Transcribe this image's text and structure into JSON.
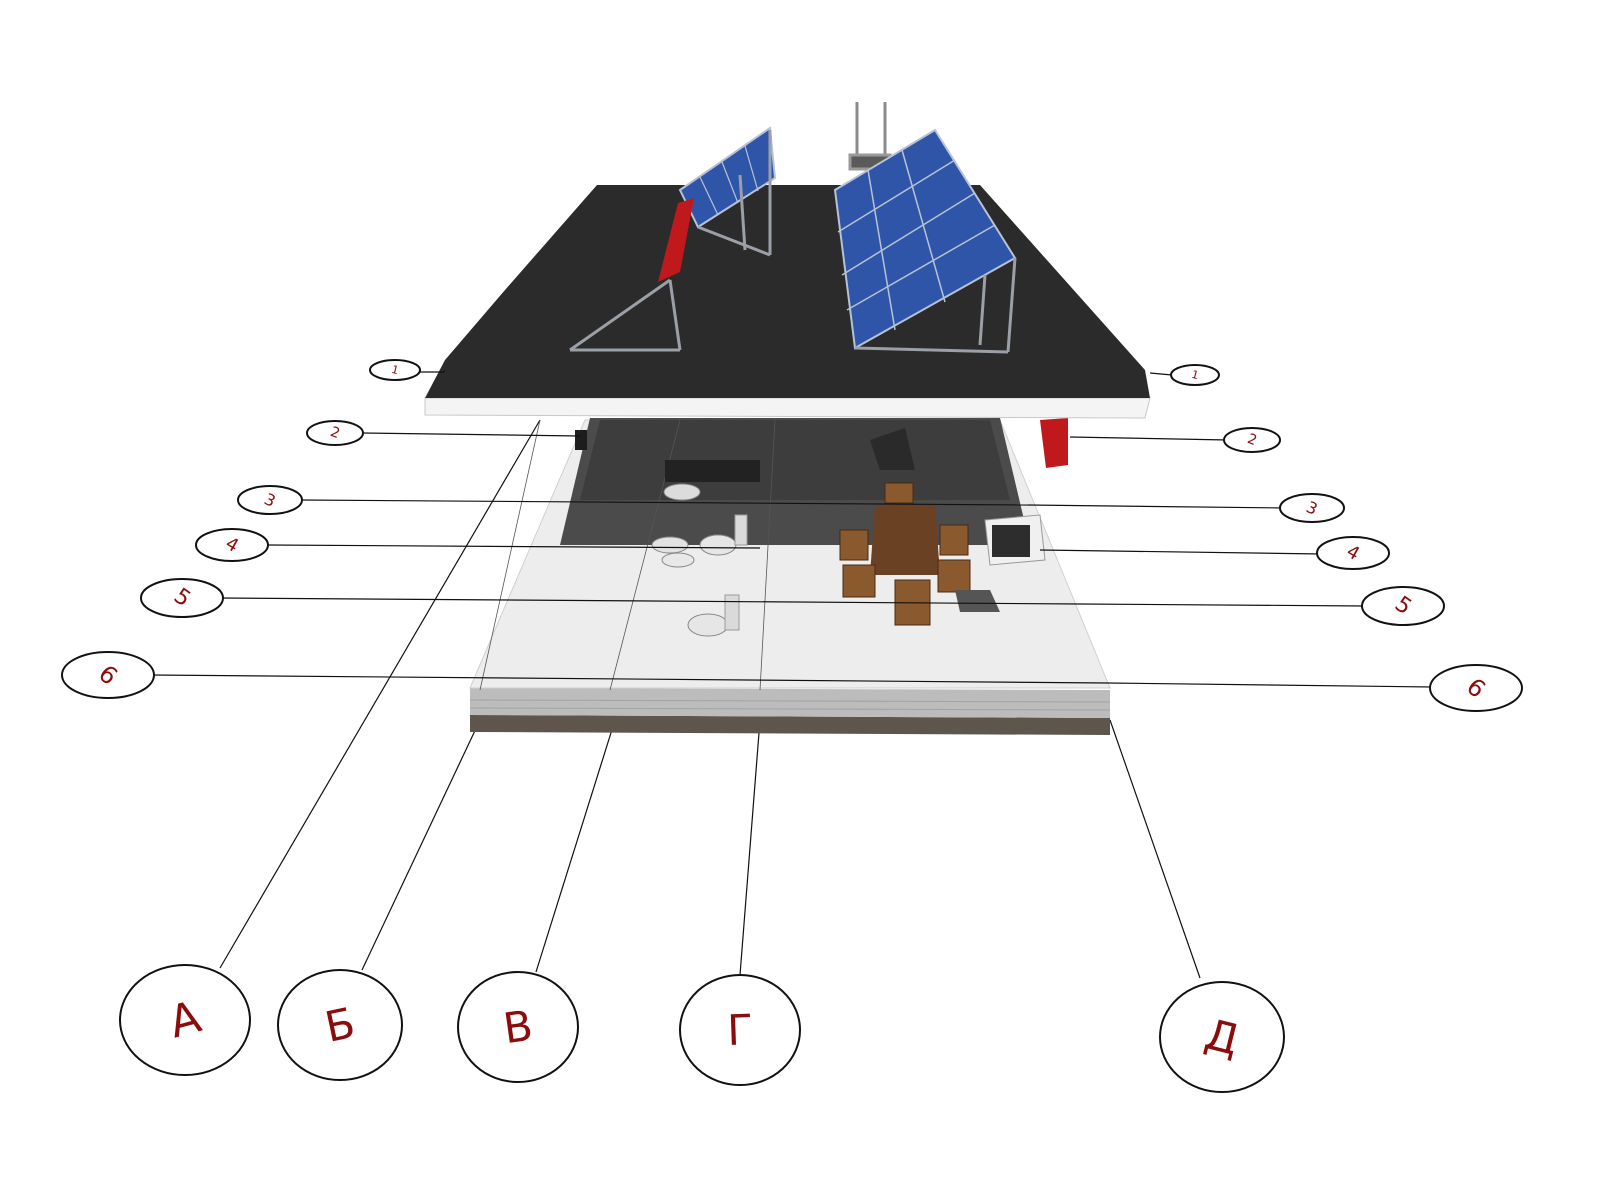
{
  "diagram": {
    "colors": {
      "label_text": "#8b0c0c",
      "roof": "#2a2a2a",
      "slab_edge": "#f2f2f2",
      "panel_blue": "#2f55a8",
      "frame": "#9aa0a6",
      "red_tank": "#c0191c",
      "floor": "#ececec",
      "interior_wall": "#4a4a4a",
      "foundation": "#bdbdbd",
      "soil": "#5a5048",
      "wood": "#7a4a25"
    },
    "row_labels": [
      "1",
      "2",
      "3",
      "4",
      "5",
      "6"
    ],
    "column_labels": [
      "А",
      "Б",
      "В",
      "Г",
      "Д"
    ]
  }
}
